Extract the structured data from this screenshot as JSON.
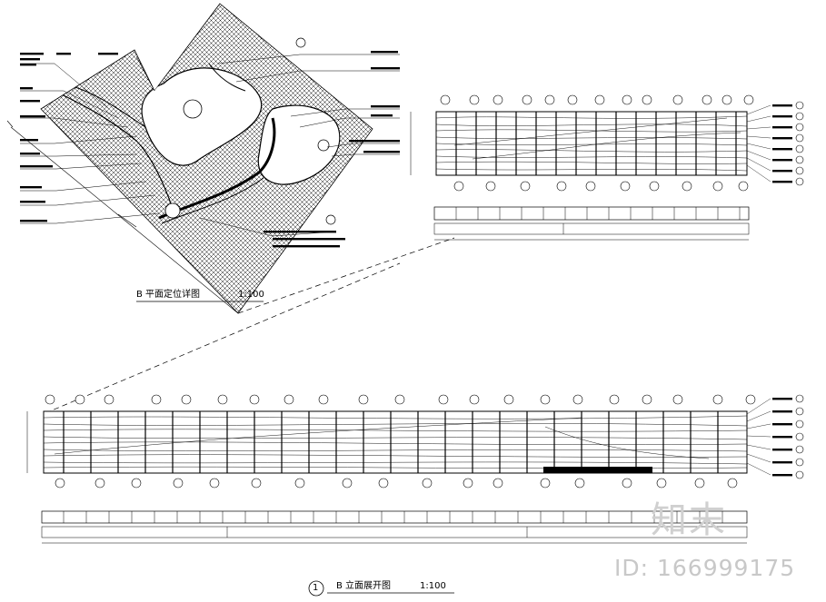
{
  "plan_view": {
    "title": "B 平面定位详图",
    "scale": "1:100"
  },
  "elevation_view": {
    "number": "1",
    "title": "B 立面展开图",
    "scale": "1:100"
  },
  "watermark": {
    "logo": "知末",
    "id": "ID: 166999175"
  }
}
